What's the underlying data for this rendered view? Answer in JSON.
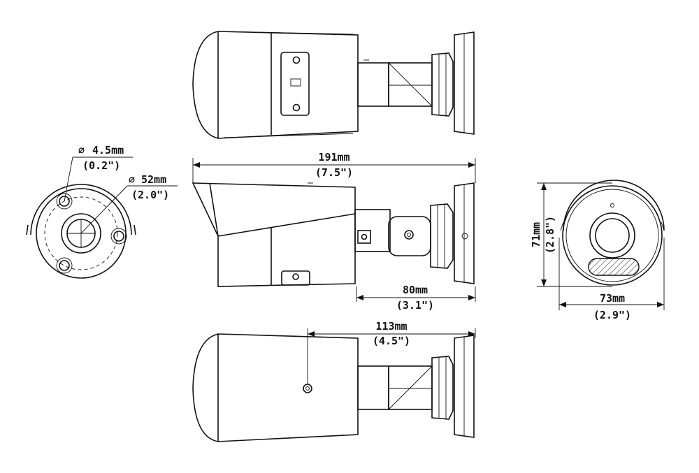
{
  "dimensions": {
    "mount_hole": {
      "symbol": "∅",
      "metric": "4.5mm",
      "imperial": "(0.2\")"
    },
    "mount_circle": {
      "symbol": "∅",
      "metric": "52mm",
      "imperial": "(2.0\")"
    },
    "overall_length": {
      "metric": "191mm",
      "imperial": "(7.5\")"
    },
    "bracket_length": {
      "metric": "80mm",
      "imperial": "(3.1\")"
    },
    "height": {
      "metric": "71mm",
      "imperial": "(2.8\")"
    },
    "width": {
      "metric": "73mm",
      "imperial": "(2.9\")"
    },
    "body_length": {
      "metric": "113mm",
      "imperial": "(4.5\")"
    }
  },
  "colors": {
    "line": "#111111",
    "background": "#ffffff"
  }
}
